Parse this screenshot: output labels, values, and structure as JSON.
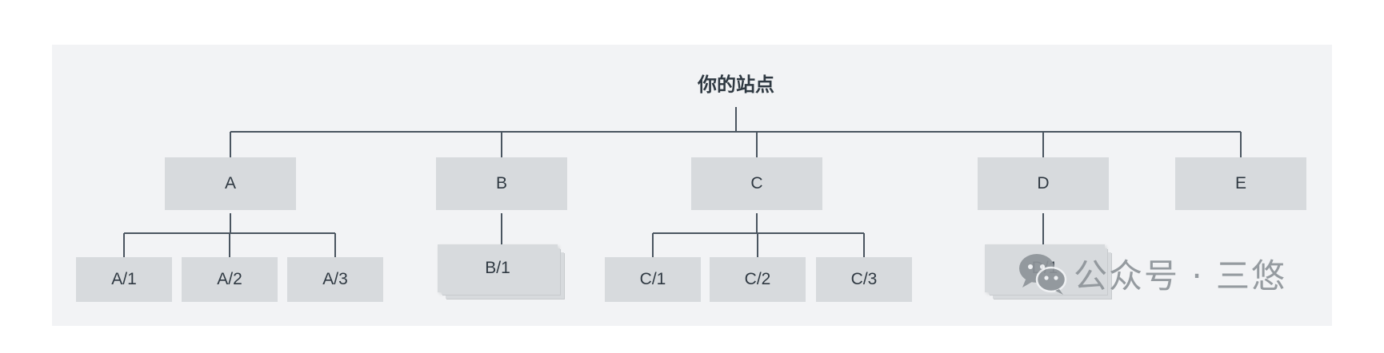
{
  "sitemap": {
    "root": "你的站点",
    "sections": [
      {
        "label": "A",
        "children": [
          "A/1",
          "A/2",
          "A/3"
        ],
        "stacked": false
      },
      {
        "label": "B",
        "children": [
          "B/1"
        ],
        "stacked": true
      },
      {
        "label": "C",
        "children": [
          "C/1",
          "C/2",
          "C/3"
        ],
        "stacked": false
      },
      {
        "label": "D",
        "children": [
          "D/1"
        ],
        "stacked": true
      },
      {
        "label": "E",
        "children": [],
        "stacked": false
      }
    ]
  },
  "watermark": {
    "text": "公众号 · 三悠",
    "icon": "wechat-icon"
  },
  "colors": {
    "panel": "#f2f3f5",
    "box": "#d7dadd",
    "line": "#4a5560",
    "text": "#2f3942",
    "watermark": "#8e9499"
  }
}
